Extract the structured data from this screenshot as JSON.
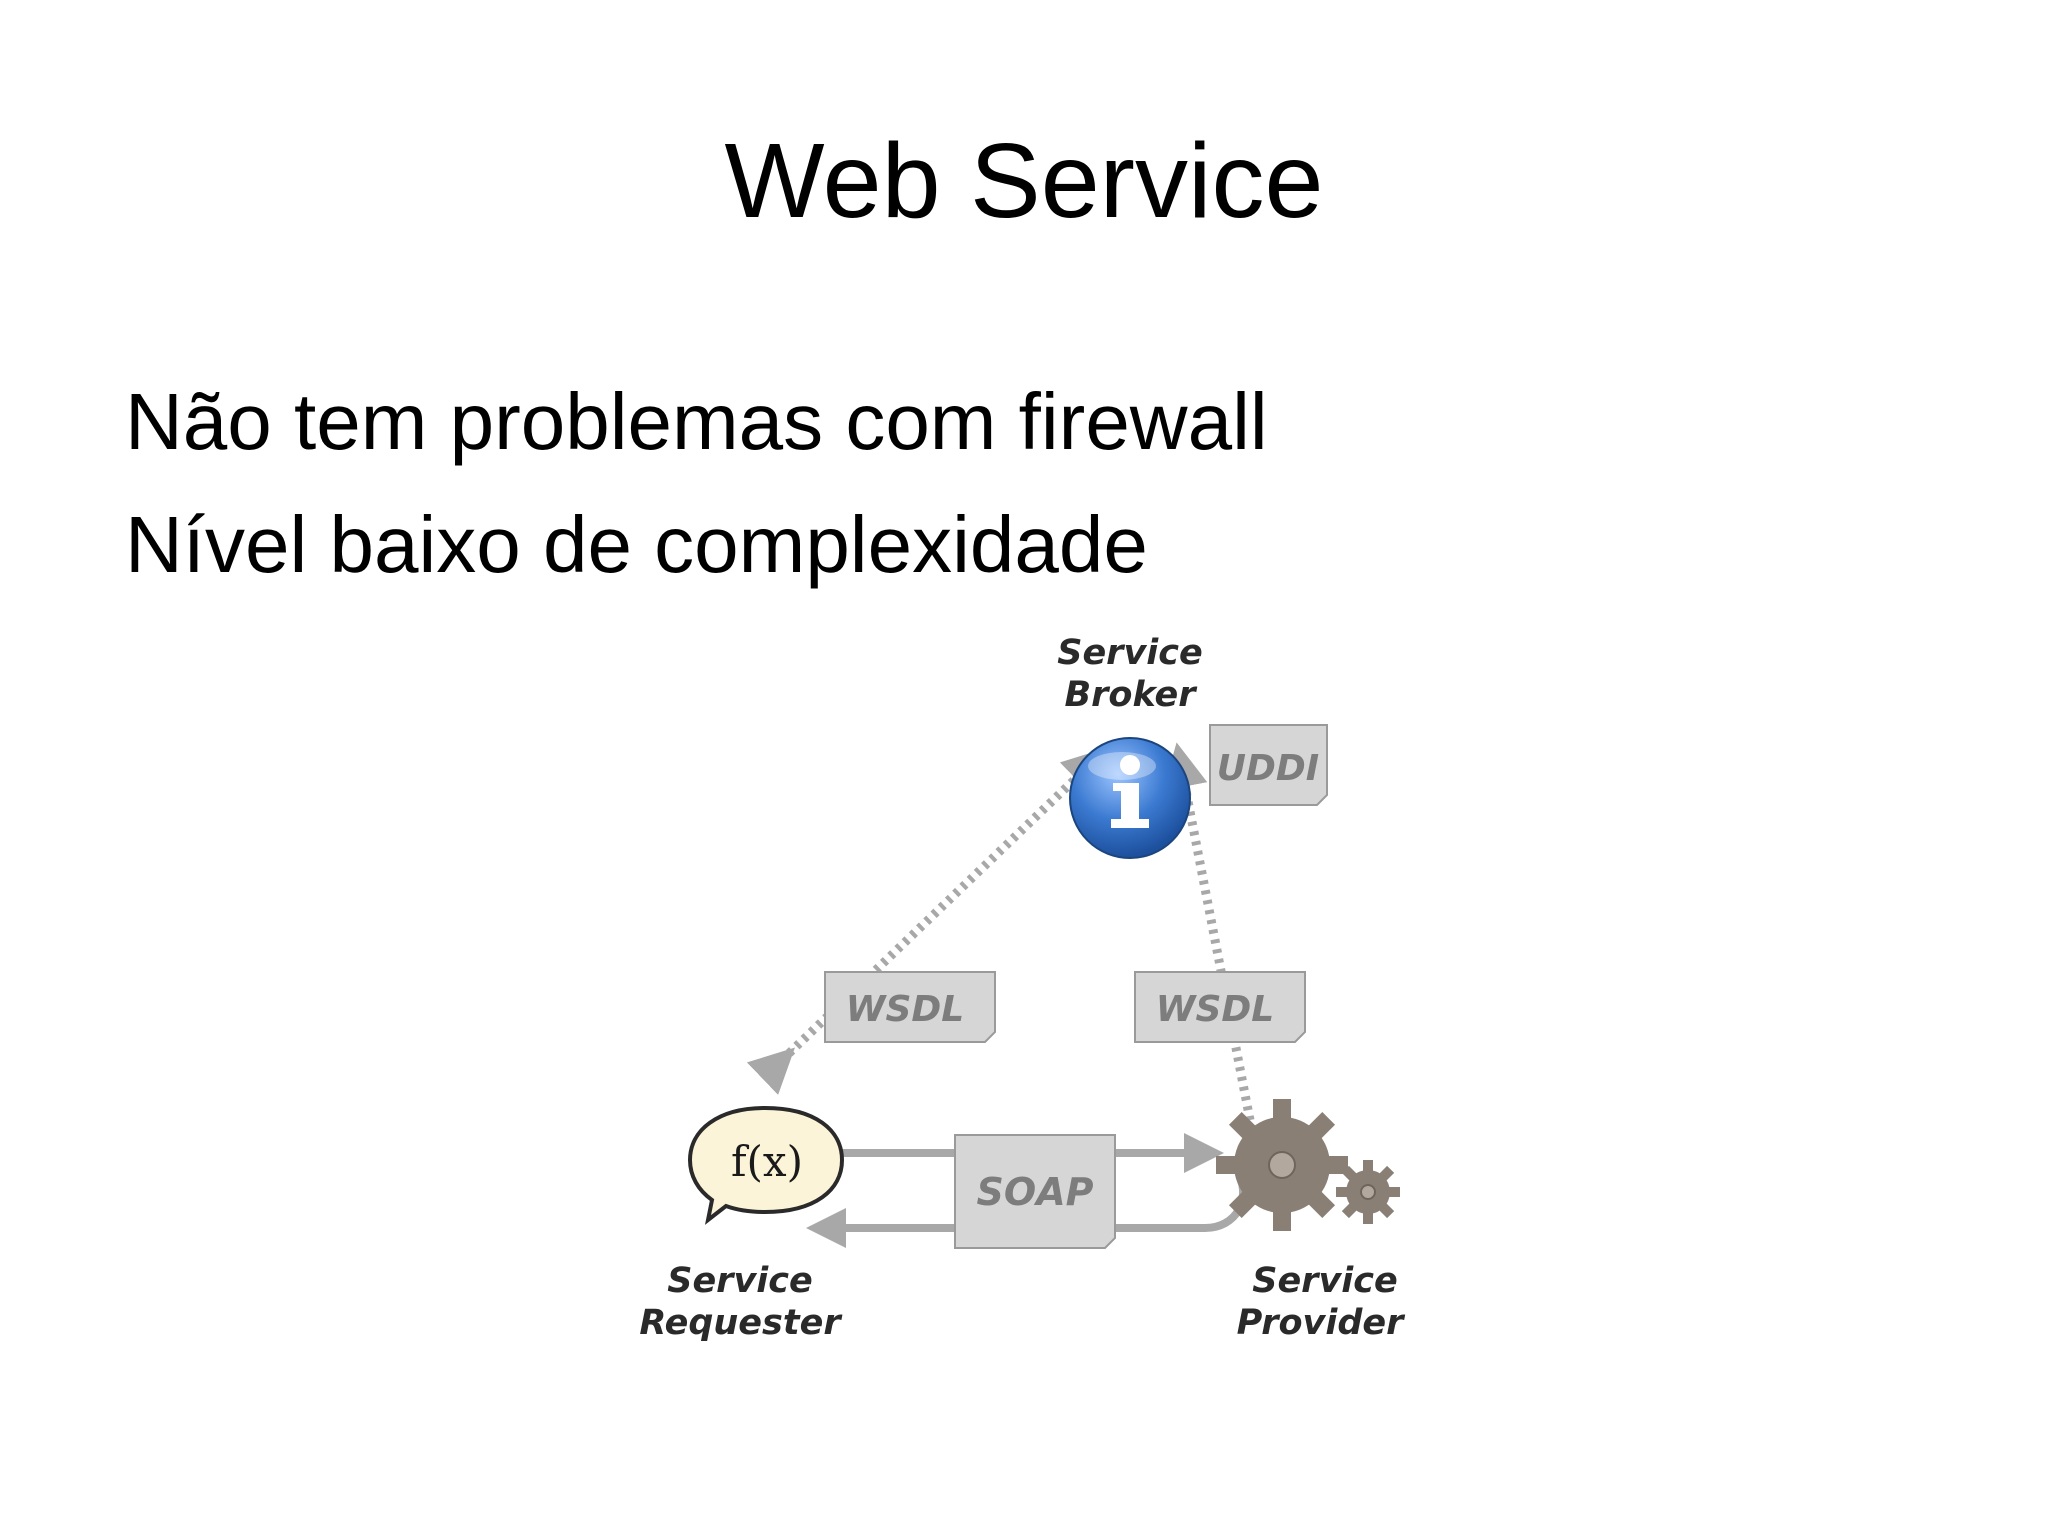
{
  "slide": {
    "title": "Web Service",
    "bullets": [
      "Não tem problemas com firewall",
      "Nível baixo de complexidade"
    ]
  },
  "diagram": {
    "broker": {
      "line1": "Service",
      "line2": "Broker",
      "icon": "info-icon",
      "registry": "UDDI"
    },
    "requester": {
      "line1": "Service",
      "line2": "Requester",
      "icon": "function-bubble-icon",
      "glyph": "f(x)"
    },
    "provider": {
      "line1": "Service",
      "line2": "Provider",
      "icon": "gears-icon"
    },
    "left_doc": "WSDL",
    "right_doc": "WSDL",
    "message_doc": "SOAP",
    "colors": {
      "doc_fill": "#d6d6d6",
      "doc_text": "#7d7d7d",
      "arrow": "#a8a8a8",
      "broker": "#2f6fbf",
      "gear": "#8a7f74",
      "bubble": "#fbf4d8"
    }
  }
}
